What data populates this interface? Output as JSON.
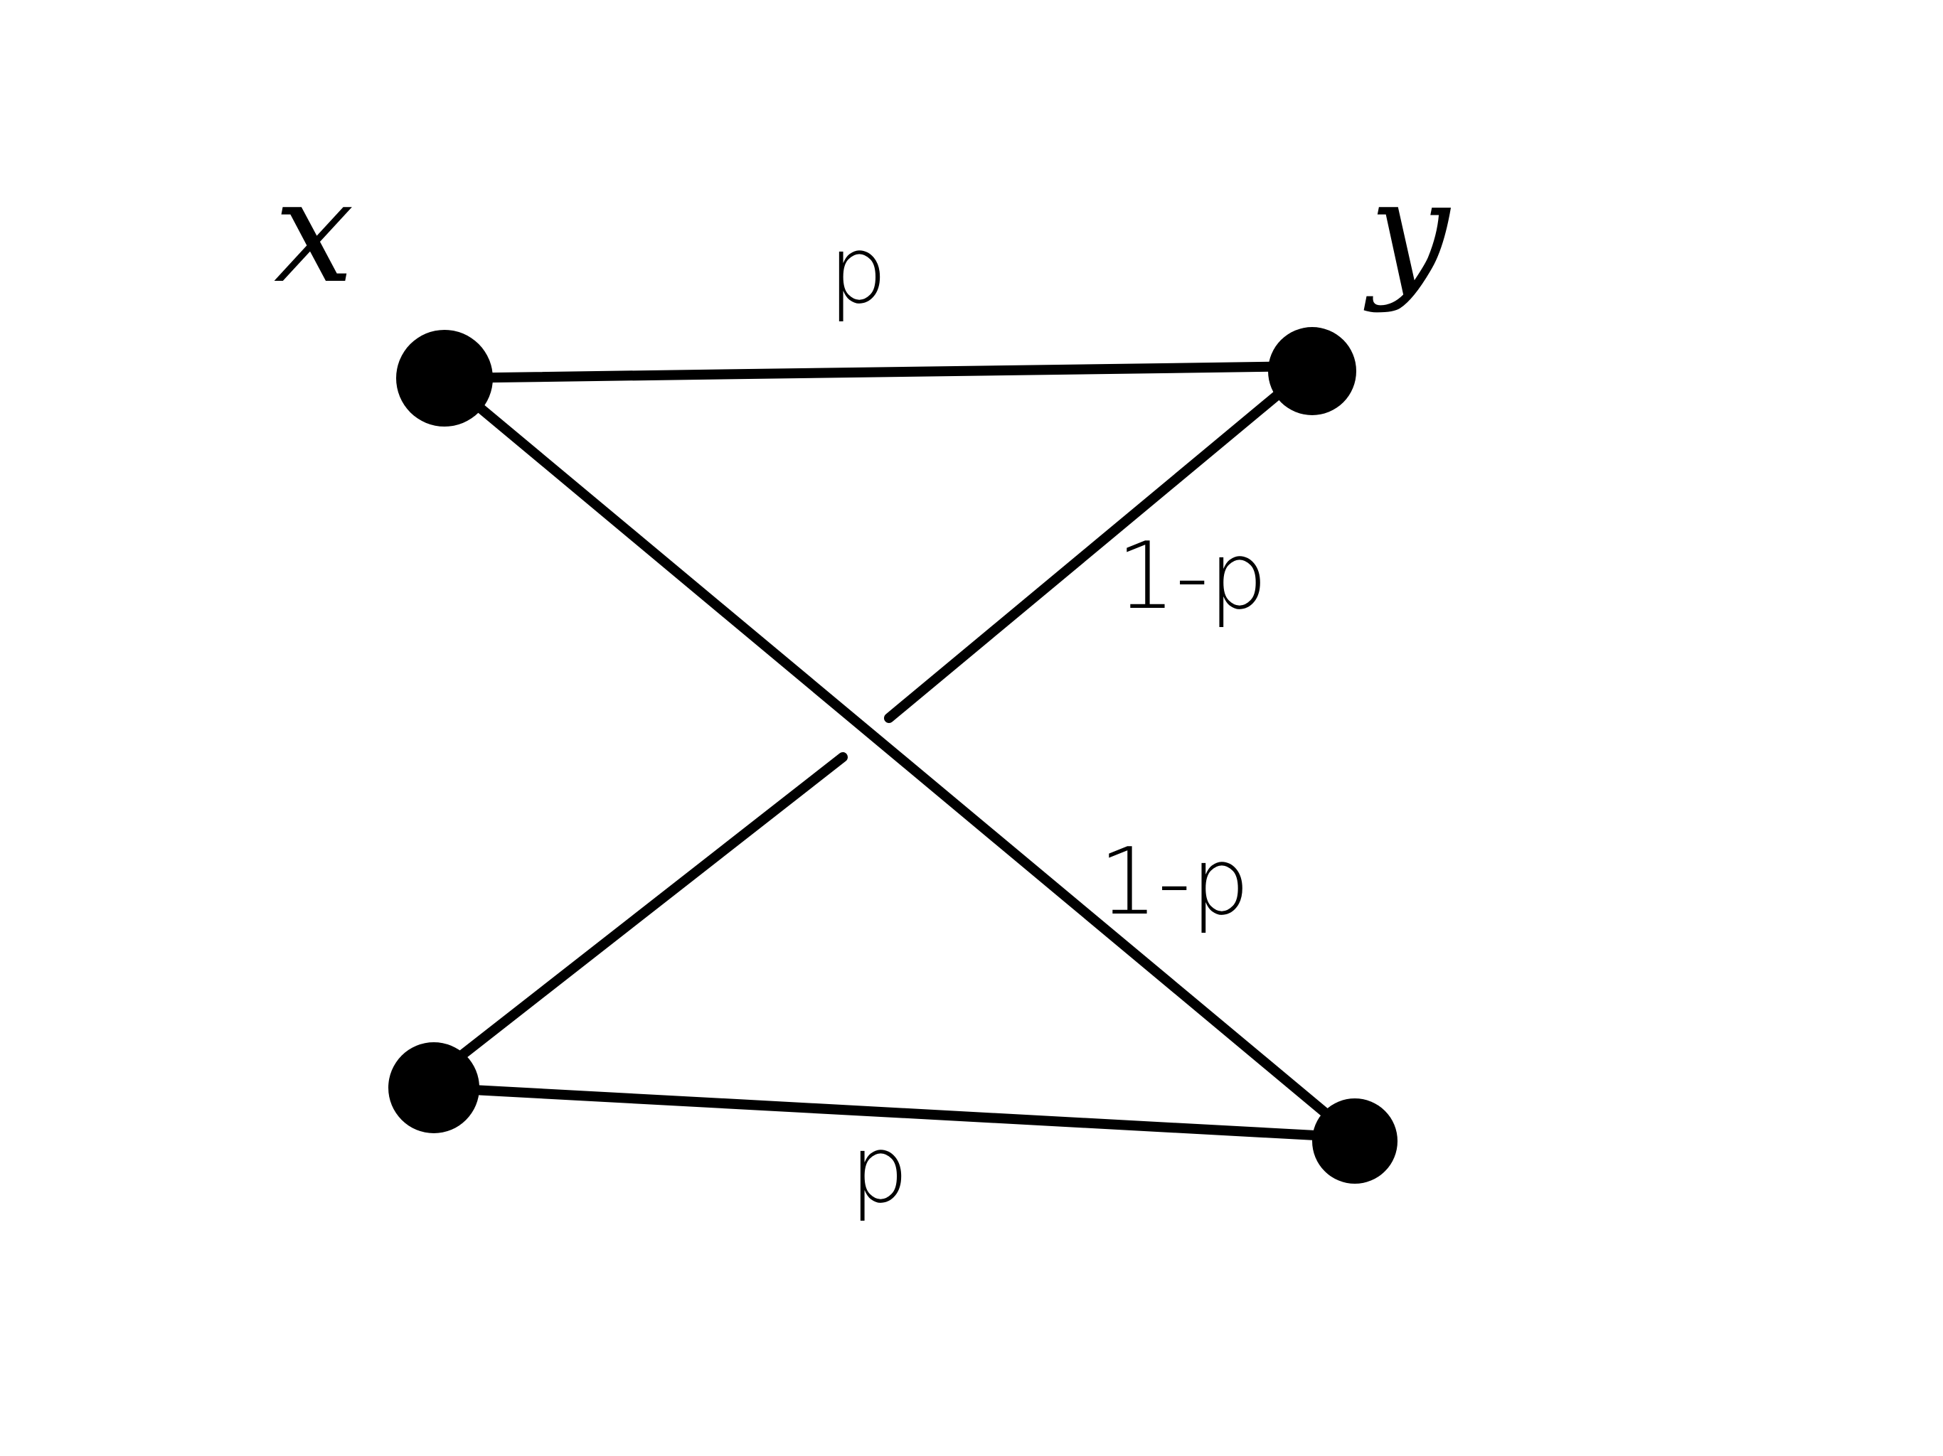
{
  "diagram": {
    "left_set_label": "x",
    "right_set_label": "y",
    "edge_labels": {
      "top_horizontal": "p",
      "upper_cross": "1-p",
      "lower_cross": "1-p",
      "bottom_horizontal": "p"
    },
    "colors": {
      "ink": "#000000",
      "background": "#ffffff"
    }
  }
}
